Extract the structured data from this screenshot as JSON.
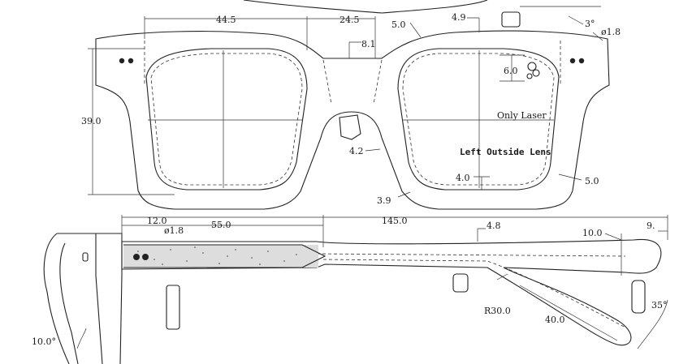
{
  "front_view": {
    "lens_width": "44.5",
    "bridge_width": "24.5",
    "frame_top": "5.0",
    "top_offset": "4.9",
    "angle": "3°",
    "pin_diameter": "ø1.8",
    "bridge_height": "8.1",
    "logo_height": "6.0",
    "lens_height": "39.0",
    "laser_note": "Only Laser",
    "lens_note": "Left Outside Lens",
    "nose_pad": "4.2",
    "rim_bottom": "4.0",
    "rim_side": "5.0",
    "rim_corner": "3.9"
  },
  "temple_view": {
    "hinge_offset": "12.0",
    "pin_diameter": "ø1.8",
    "core_length": "55.0",
    "temple_length": "145.0",
    "temple_height": "4.8",
    "tip_offset": "10.0",
    "tip_width": "9.",
    "bend_radius": "R30.0",
    "bend_length": "40.0",
    "tip_angle": "35°",
    "hinge_angle": "10.0°"
  }
}
